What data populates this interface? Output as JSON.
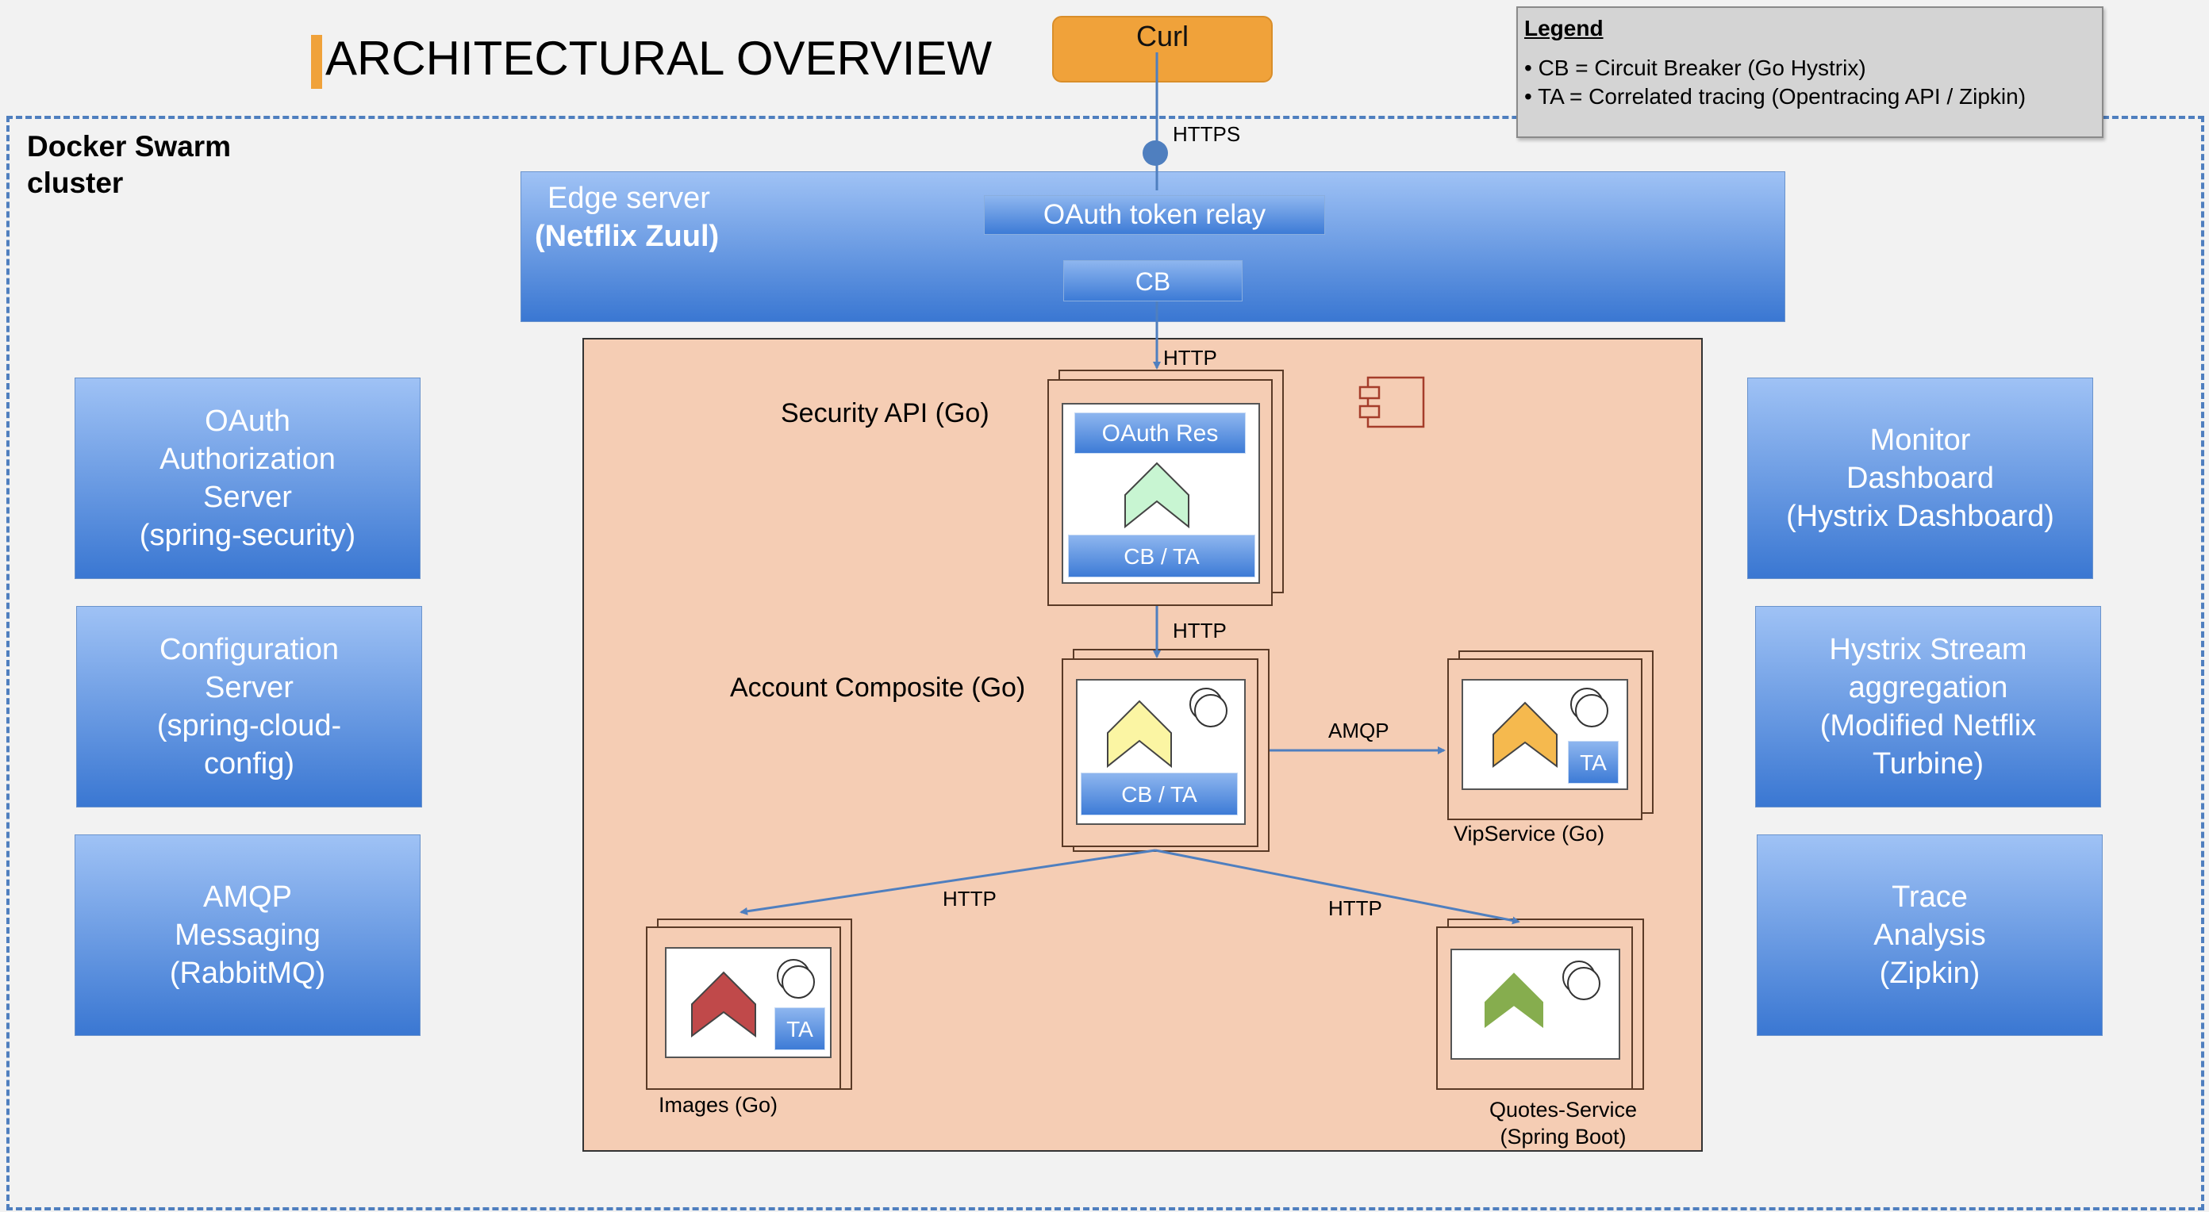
{
  "title": "ARCHITECTURAL OVERVIEW",
  "curl": "Curl",
  "legend": {
    "title": "Legend",
    "items": [
      "• CB = Circuit Breaker (Go Hystrix)",
      "• TA = Correlated tracing (Opentracing API / Zipkin)"
    ]
  },
  "cluster": {
    "line1": "Docker Swarm",
    "line2": "cluster"
  },
  "edge_server": {
    "line1": "Edge server",
    "line2": "(Netflix Zuul)",
    "token_relay": "OAuth token relay",
    "cb": "CB"
  },
  "connections": {
    "https": "HTTPS",
    "http_edge": "HTTP",
    "http_security": "HTTP",
    "amqp": "AMQP",
    "http_images": "HTTP",
    "http_quotes": "HTTP"
  },
  "services": {
    "security": {
      "label": "Security API (Go)",
      "oauth_res": "OAuth Res",
      "cb_ta": "CB / TA"
    },
    "account": {
      "label": "Account Composite (Go)",
      "cb_ta": "CB / TA"
    },
    "vip": {
      "label": "VipService (Go)",
      "ta": "TA"
    },
    "images": {
      "label": "Images (Go)",
      "ta": "TA"
    },
    "quotes": {
      "line1": "Quotes-Service",
      "line2": "(Spring Boot)"
    }
  },
  "left_boxes": [
    {
      "lines": [
        "OAuth",
        "Authorization",
        "Server",
        "(spring-security)"
      ]
    },
    {
      "lines": [
        "Configuration",
        "Server",
        "(spring-cloud-",
        "config)"
      ]
    },
    {
      "lines": [
        "AMQP",
        "Messaging",
        "(RabbitMQ)"
      ]
    }
  ],
  "right_boxes": [
    {
      "lines": [
        "Monitor",
        "Dashboard",
        "(Hystrix Dashboard)"
      ]
    },
    {
      "lines": [
        "Hystrix Stream",
        "aggregation",
        "(Modified Netflix",
        "Turbine)"
      ]
    },
    {
      "lines": [
        "Trace",
        "Analysis",
        "(Zipkin)"
      ]
    }
  ],
  "colors": {
    "security_chevron": "#c8f5d2",
    "account_chevron": "#fbf5a3",
    "vip_chevron": "#f5b94e",
    "images_chevron": "#c0494a",
    "quotes_chevron": "#86ad4e",
    "connector": "#4f7fbf",
    "accent": "#f0a23a"
  }
}
